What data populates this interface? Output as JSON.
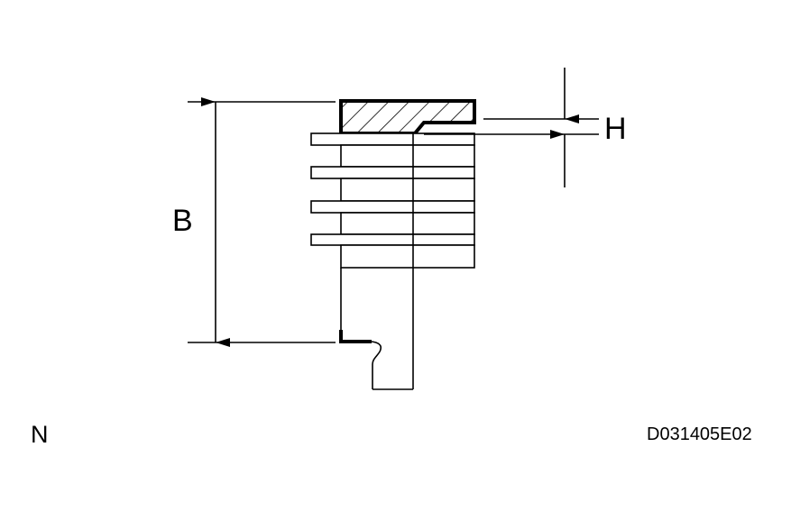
{
  "labels": {
    "dimension_b": "B",
    "dimension_h": "H",
    "corner_mark": "N",
    "figure_code": "D031405E02"
  },
  "colors": {
    "line": "#000000",
    "background": "#ffffff"
  }
}
